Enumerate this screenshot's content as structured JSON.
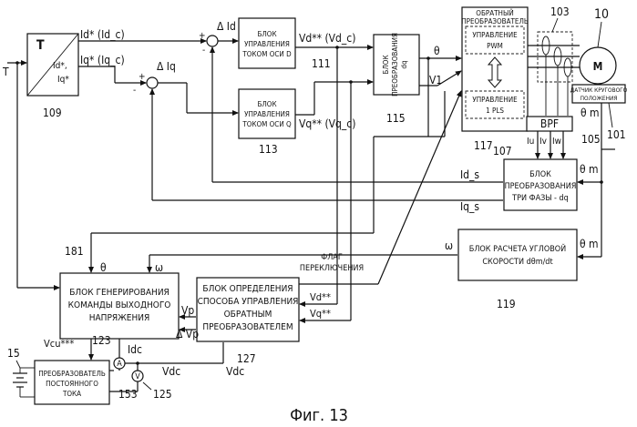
{
  "figure_caption": "Фиг. 13",
  "blocks": {
    "table_block": {
      "symbol": "T",
      "ref": "109",
      "out_d": "Id*,",
      "out_q": "Iq*"
    },
    "d_axis_current_control": {
      "lines": [
        "БЛОК",
        "УПРАВЛЕНИЯ",
        "ТОКОМ ОСИ D"
      ],
      "ref": "111"
    },
    "q_axis_current_control": {
      "lines": [
        "БЛОК",
        "УПРАВЛЕНИЯ",
        "ТОКОМ ОСИ Q"
      ],
      "ref": "113"
    },
    "dq_inverse_transform": {
      "lines": [
        "БЛОК",
        "ПРЕОБРАЗОВАНИЯ",
        "dq"
      ],
      "ref": "115"
    },
    "inverter": {
      "title": [
        "ОБРАТНЫЙ",
        "ПРЕОБРАЗОВАТЕЛЬ"
      ],
      "pwm": [
        "УПРАВЛЕНИЕ",
        "PWM"
      ],
      "pls": [
        "УПРАВЛЕНИЕ",
        "1 PLS"
      ],
      "ref": "117"
    },
    "motor": {
      "symbol": "M",
      "ref": "10",
      "sensor": [
        "ДАТЧИК КРУГОВОГО",
        "ПОЛОЖЕНИЯ"
      ],
      "sensor_ref": "101",
      "current_sensor_ref": "103"
    },
    "bpf": {
      "label": "BPF",
      "ref": "105"
    },
    "three_phase_dq": {
      "lines": [
        "БЛОК",
        "ПРЕОБРАЗОВАНИЯ",
        "ТРИ ФАЗЫ - dq"
      ],
      "ref": "107"
    },
    "angular_velocity": {
      "lines": [
        "БЛОК РАСЧЕТА УГЛОВОЙ",
        "СКОРОСТИ dθm/dt"
      ],
      "ref": "119"
    },
    "voltage_command": {
      "lines": [
        "БЛОК ГЕНЕРИРОВАНИЯ",
        "КОМАНДЫ ВЫХОДНОГО",
        "НАПРЯЖЕНИЯ"
      ],
      "ref": "181"
    },
    "control_mode_select": {
      "lines": [
        "БЛОК ОПРЕДЕЛЕНИЯ",
        "СПОСОБА УПРАВЛЕНИЯ",
        "ОБРАТНЫМ",
        "ПРЕОБРАЗОВАТЕЛЕМ"
      ],
      "ref": "127"
    },
    "dc_converter": {
      "lines": [
        "ПРЕОБРАЗОВАТЕЛЬ",
        "ПОСТОЯННОГО",
        "ТОКА"
      ],
      "ref": "153"
    }
  },
  "signals": {
    "torque": "T",
    "id_cmd": "Id* (Id_c)",
    "iq_cmd": "Iq* (Iq_c)",
    "delta_id": "Δ Id",
    "delta_iq": "Δ Iq",
    "vd_cmd": "Vd** (Vd_c)",
    "vq_cmd": "Vq** (Vq_c)",
    "theta": "θ",
    "v1": "V1",
    "theta_m": "θ m",
    "iu": "Iu",
    "iv": "Iv",
    "iw": "Iw",
    "id_s": "Id_s",
    "iq_s": "Iq_s",
    "omega": "ω",
    "switch_flag": [
      "ФЛАГ",
      "ПЕРЕКЛЮЧЕНИЯ"
    ],
    "vd2": "Vd**",
    "vq2": "Vq**",
    "vp": "Vp",
    "delta_vp": "Δ Vp",
    "vcu": "Vcu***",
    "idc": "Idc",
    "vdc": "Vdc",
    "plus": "+",
    "minus": "-",
    "ammeter": "A",
    "voltmeter": "V"
  },
  "refs": {
    "battery": "15",
    "vcu_line": "123",
    "voltmeter": "125"
  }
}
